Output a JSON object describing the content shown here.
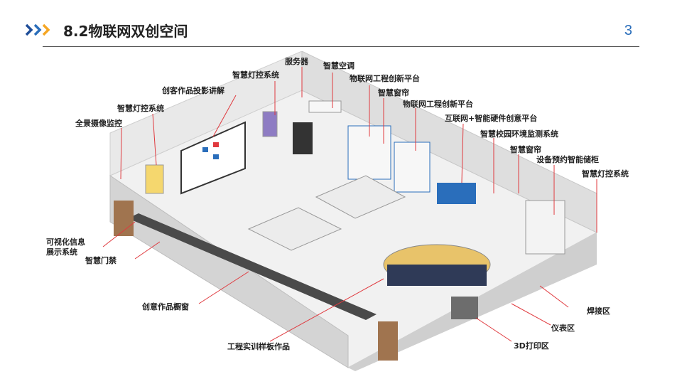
{
  "header": {
    "title": "8.2物联网双创空间",
    "page_number": "3"
  },
  "labels": {
    "server": "服务器",
    "ac": "智慧空调",
    "light_top": "智慧灯控系统",
    "iot_platform_1": "物联网工程创新平台",
    "projection": "创客作品投影讲解",
    "curtain_1": "智慧窗帘",
    "light_left": "智慧灯控系统",
    "iot_platform_2": "物联网工程创新平台",
    "camera": "全景摄像监控",
    "internet_platform": "互联网+智能硬件创意平台",
    "env_monitor": "智慧校园环境监测系统",
    "curtain_2": "智慧窗帘",
    "storage": "设备预约智能储柜",
    "light_right": "智慧灯控系统",
    "visual_info_1": "可视化信息",
    "visual_info_2": "展示系统",
    "door": "智慧门禁",
    "showcase": "创意作品橱窗",
    "welding": "焊接区",
    "instrument": "仪表区",
    "training": "工程实训样板作品",
    "print3d": "3D打印区"
  },
  "colors": {
    "accent_blue": "#2a6ebb",
    "accent_orange": "#f5a623",
    "label_line": "#e0393e"
  }
}
